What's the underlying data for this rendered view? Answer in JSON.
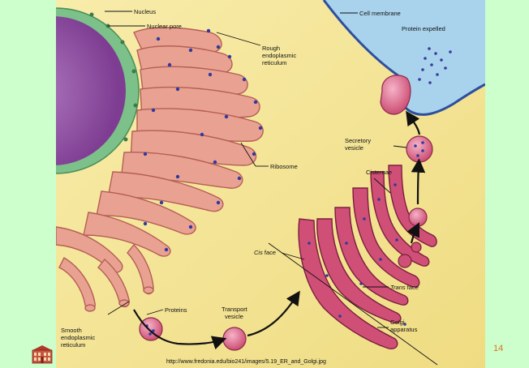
{
  "slide": {
    "page_number": "14",
    "source_url": "http://www.fredonia.edu/bio241/images/5.19_ER_and_Golgi.jpg"
  },
  "labels": {
    "nucleus": "Nucleus",
    "nuclear_pore": "Nuclear pore",
    "rough_er_1": "Rough",
    "rough_er_2": "endoplasmic",
    "rough_er_3": "reticulum",
    "ribosome": "Ribosome",
    "cell_membrane": "Cell membrane",
    "protein_expelled": "Protein expelled",
    "secretory_vesicle_1": "Secretory",
    "secretory_vesicle_2": "vesicle",
    "cisternae": "Cisternae",
    "cis_face_italic": "Cis",
    "cis_face_rest": " face",
    "trans_face_italic": "Trans",
    "trans_face_rest": " face",
    "golgi_1": "Golgi",
    "golgi_2": "apparatus",
    "transport_vesicle_1": "Transport",
    "transport_vesicle_2": "vesicle",
    "proteins": "Proteins",
    "smooth_er_1": "Smooth",
    "smooth_er_2": "endoplasmic",
    "smooth_er_3": "reticulum"
  },
  "colors": {
    "slide_background": "#ccffcc",
    "illustration_background": "#f6e89a",
    "extracellular": "#a9d3ec",
    "nucleus": "#9a5aa8",
    "nuclear_envelope": "#7cc08a",
    "er_membrane": "#e6968a",
    "golgi": "#d04f76",
    "ribosome": "#2e3a9e",
    "page_number": "#e07020"
  }
}
